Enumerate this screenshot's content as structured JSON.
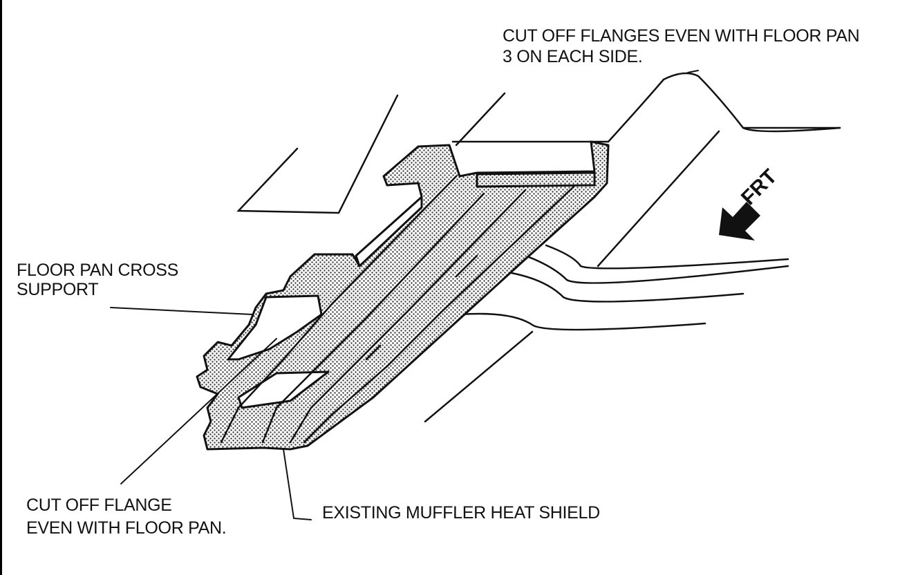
{
  "labels": {
    "cut_flanges_line1": "CUT OFF FLANGES EVEN WITH FLOOR PAN",
    "cut_flanges_line2": "3 ON EACH SIDE.",
    "cross_support_line1": "FLOOR PAN CROSS",
    "cross_support_line2": "SUPPORT",
    "cut_flange_line1": "CUT  OFF FLANGE",
    "cut_flange_line2": "EVEN WITH FLOOR PAN.",
    "heat_shield": "EXISTING MUFFLER HEAT SHIELD",
    "direction": "FRT"
  },
  "colors": {
    "ink": "#111111",
    "background": "#ffffff",
    "stipple": "#3a3a3a"
  },
  "icons": {
    "direction_arrow": "arrow-down-left-icon"
  }
}
